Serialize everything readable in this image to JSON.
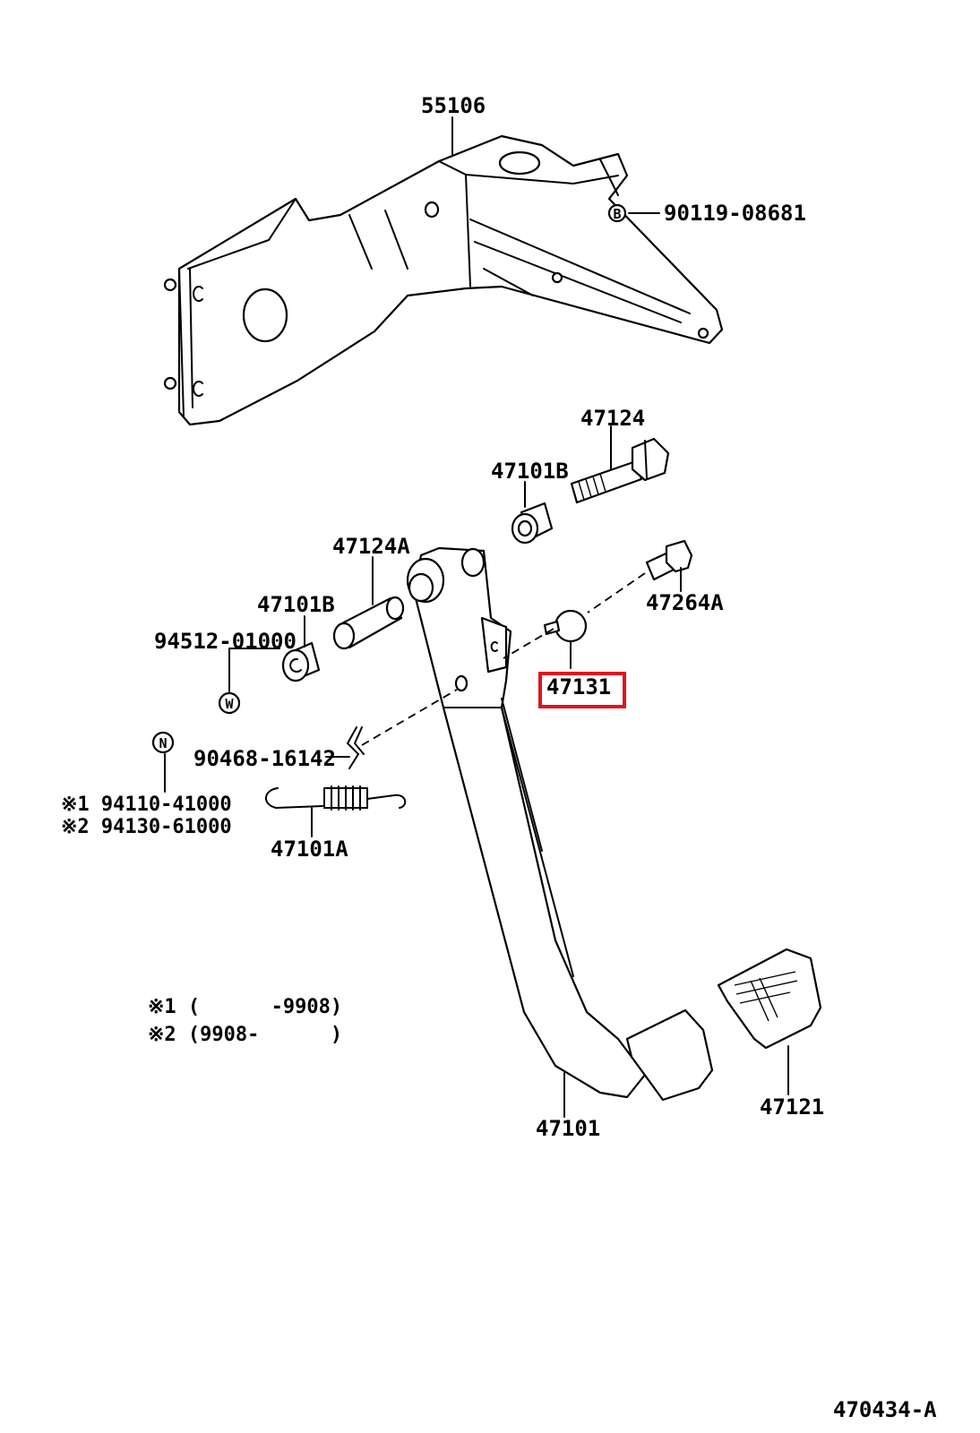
{
  "labels": {
    "bracket": "55106",
    "bracket_bolt": "90119-08681",
    "bolt": "47124",
    "bush_upper": "47101B",
    "pin": "47124A",
    "bush_left": "47101B",
    "clip_part": "94512-01000",
    "stopper_bolt": "47264A",
    "cushion": "47131",
    "retainer": "90468-16142",
    "spring_part_1": "※1 94110-41000",
    "spring_part_2": "※2 94130-61000",
    "spring": "47101A",
    "pedal_arm": "47101",
    "pedal_pad": "47121",
    "diagram_code": "470434-A"
  },
  "symbols": {
    "b": "B",
    "w": "W",
    "n": "N"
  },
  "notes": {
    "note1": "※1 (      -9908)",
    "note2": "※2 (9908-      )"
  },
  "highlight": {
    "label": "47131",
    "color": "#e0141e"
  }
}
